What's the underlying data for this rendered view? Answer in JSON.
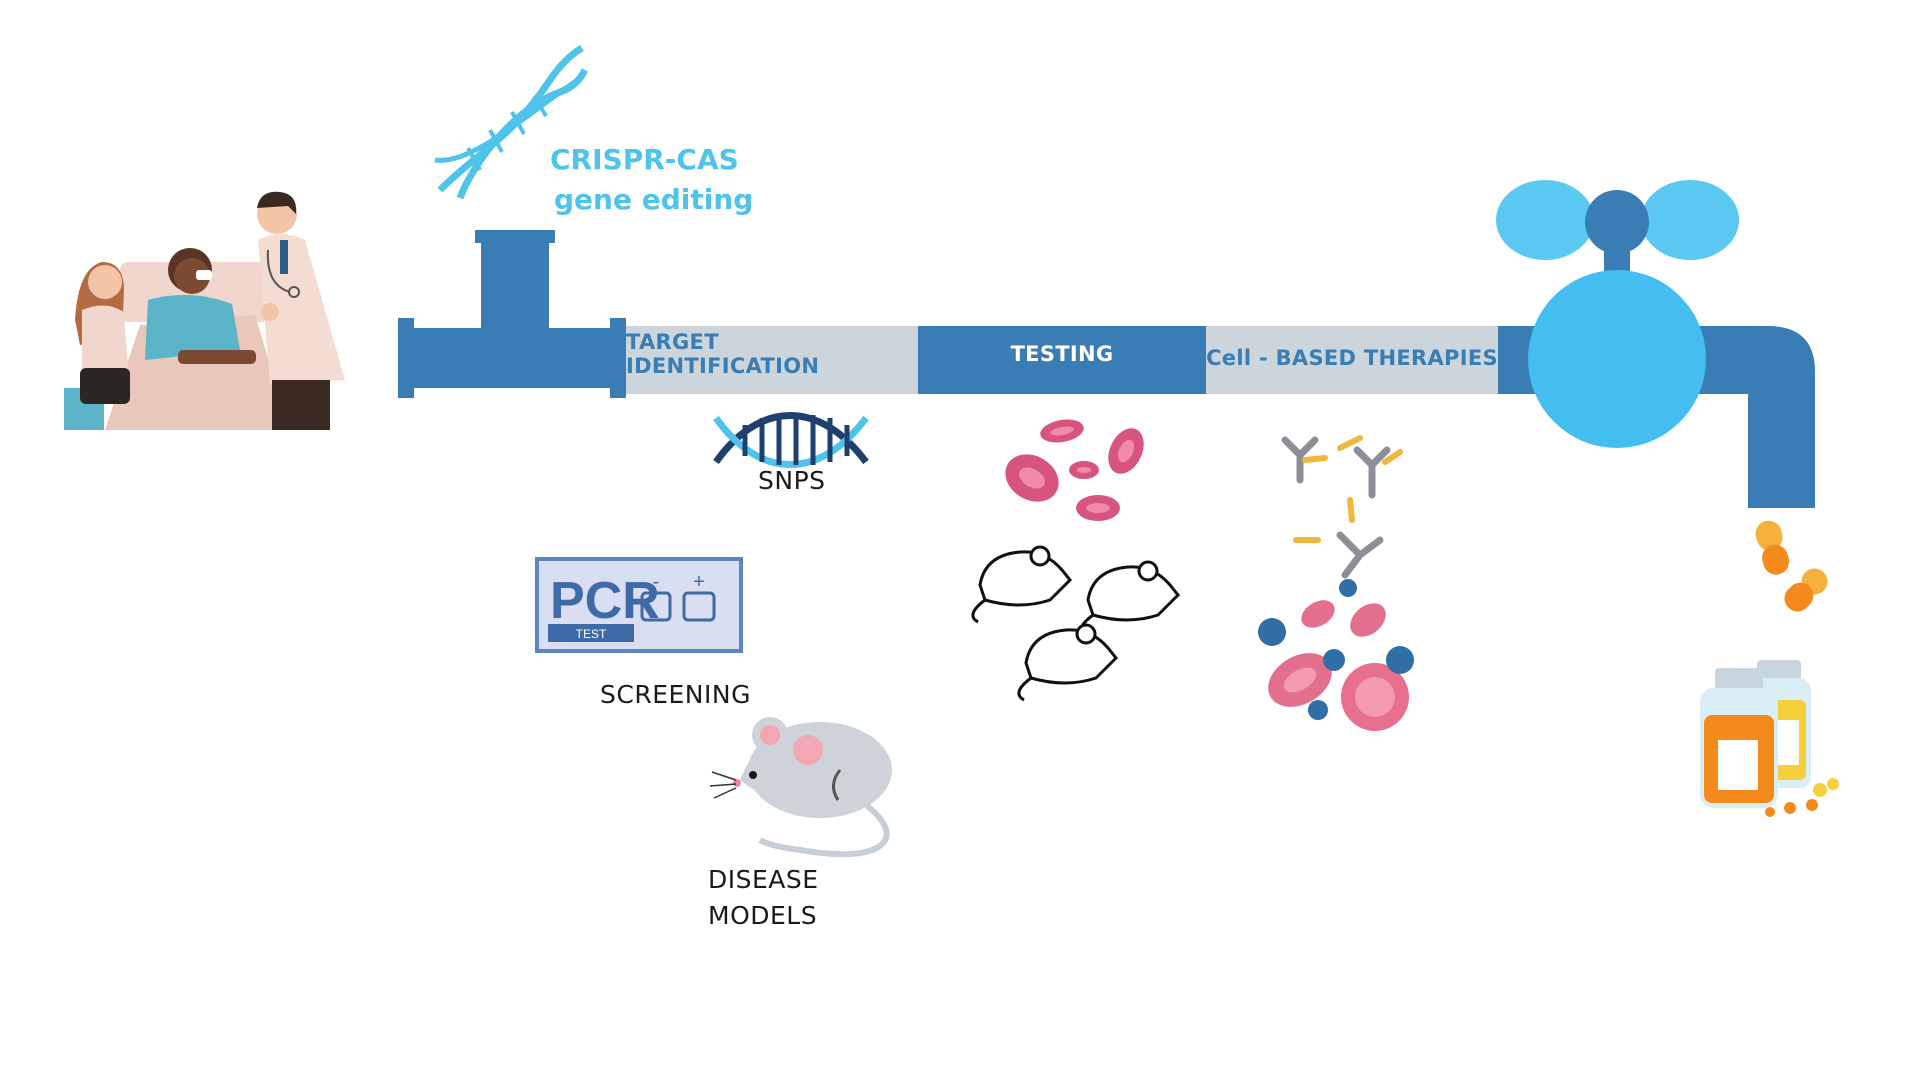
{
  "colors": {
    "pipe_dark": "#3a7db5",
    "pipe_light": "#ccd5db",
    "faucet_blue": "#44bdf0",
    "handle_blue": "#5ac8f0",
    "label_blue": "#3a7db5",
    "crispr_blue": "#4fc3ea",
    "rbc_pink": "#d7547e",
    "virus_blue": "#2f6fa5",
    "pill_orange": "#f48a1c"
  },
  "crispr": {
    "line1": "CRISPR-CAS",
    "line2": "gene editing",
    "icon": "dna-helix-icon"
  },
  "segments": {
    "target_identification": "TARGET IDENTIFICATION",
    "testing": "TESTING",
    "cell_based": "Cell - BASED THERAPIES"
  },
  "labels": {
    "snps": "SNPS",
    "screening": "SCREENING",
    "disease_models_line1": "DISEASE",
    "disease_models_line2": "MODELS"
  },
  "pcr": {
    "main": "PCR",
    "sub": "TEST",
    "minus": "-",
    "plus": "+"
  },
  "icons": [
    "patient-doctor-icon",
    "dna-helix-icon",
    "snp-dna-icon",
    "pcr-test-icon",
    "lab-mouse-icon",
    "red-blood-cells-icon",
    "mice-outline-icon",
    "antibodies-icon",
    "virus-cells-icon",
    "faucet-icon",
    "capsule-icon",
    "medicine-bottles-icon"
  ]
}
